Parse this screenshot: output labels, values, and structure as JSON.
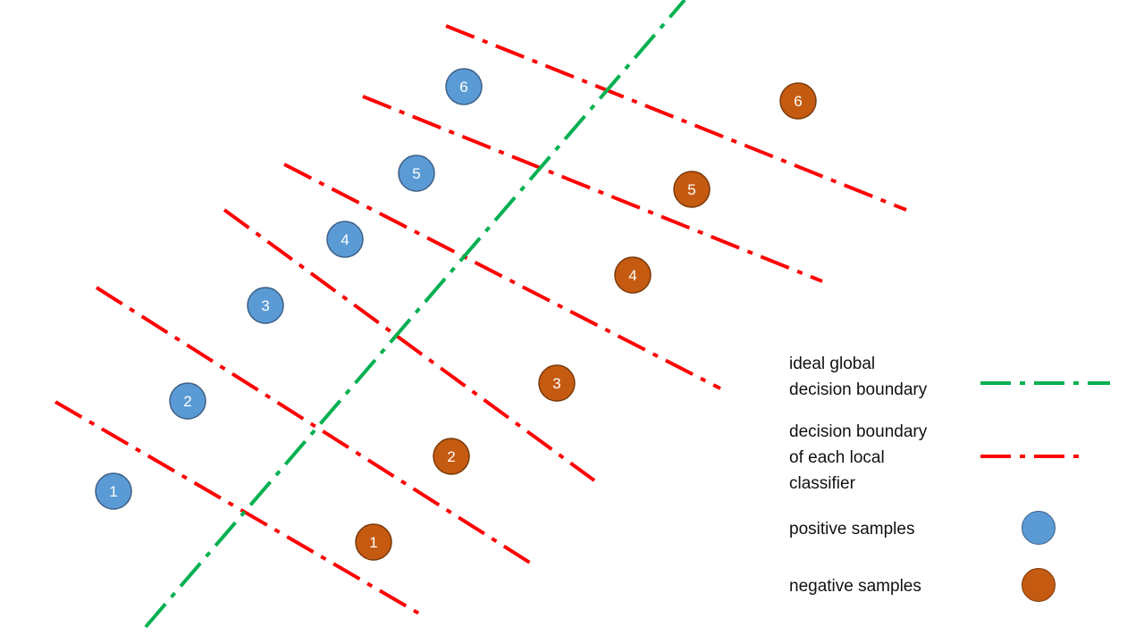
{
  "colors": {
    "positive": "#5b9bd5",
    "negative": "#c55a11",
    "global_boundary": "#00b050",
    "local_boundary": "#ff0000"
  },
  "positive_samples": [
    "1",
    "2",
    "3",
    "4",
    "5",
    "6"
  ],
  "negative_samples": [
    "1",
    "2",
    "3",
    "4",
    "5",
    "6"
  ],
  "legend": {
    "global_line1": "ideal global",
    "global_line2": "decision boundary",
    "local_line1": "decision boundary",
    "local_line2": "of each local",
    "local_line3": "classifier",
    "positive": "positive samples",
    "negative": "negative samples"
  }
}
